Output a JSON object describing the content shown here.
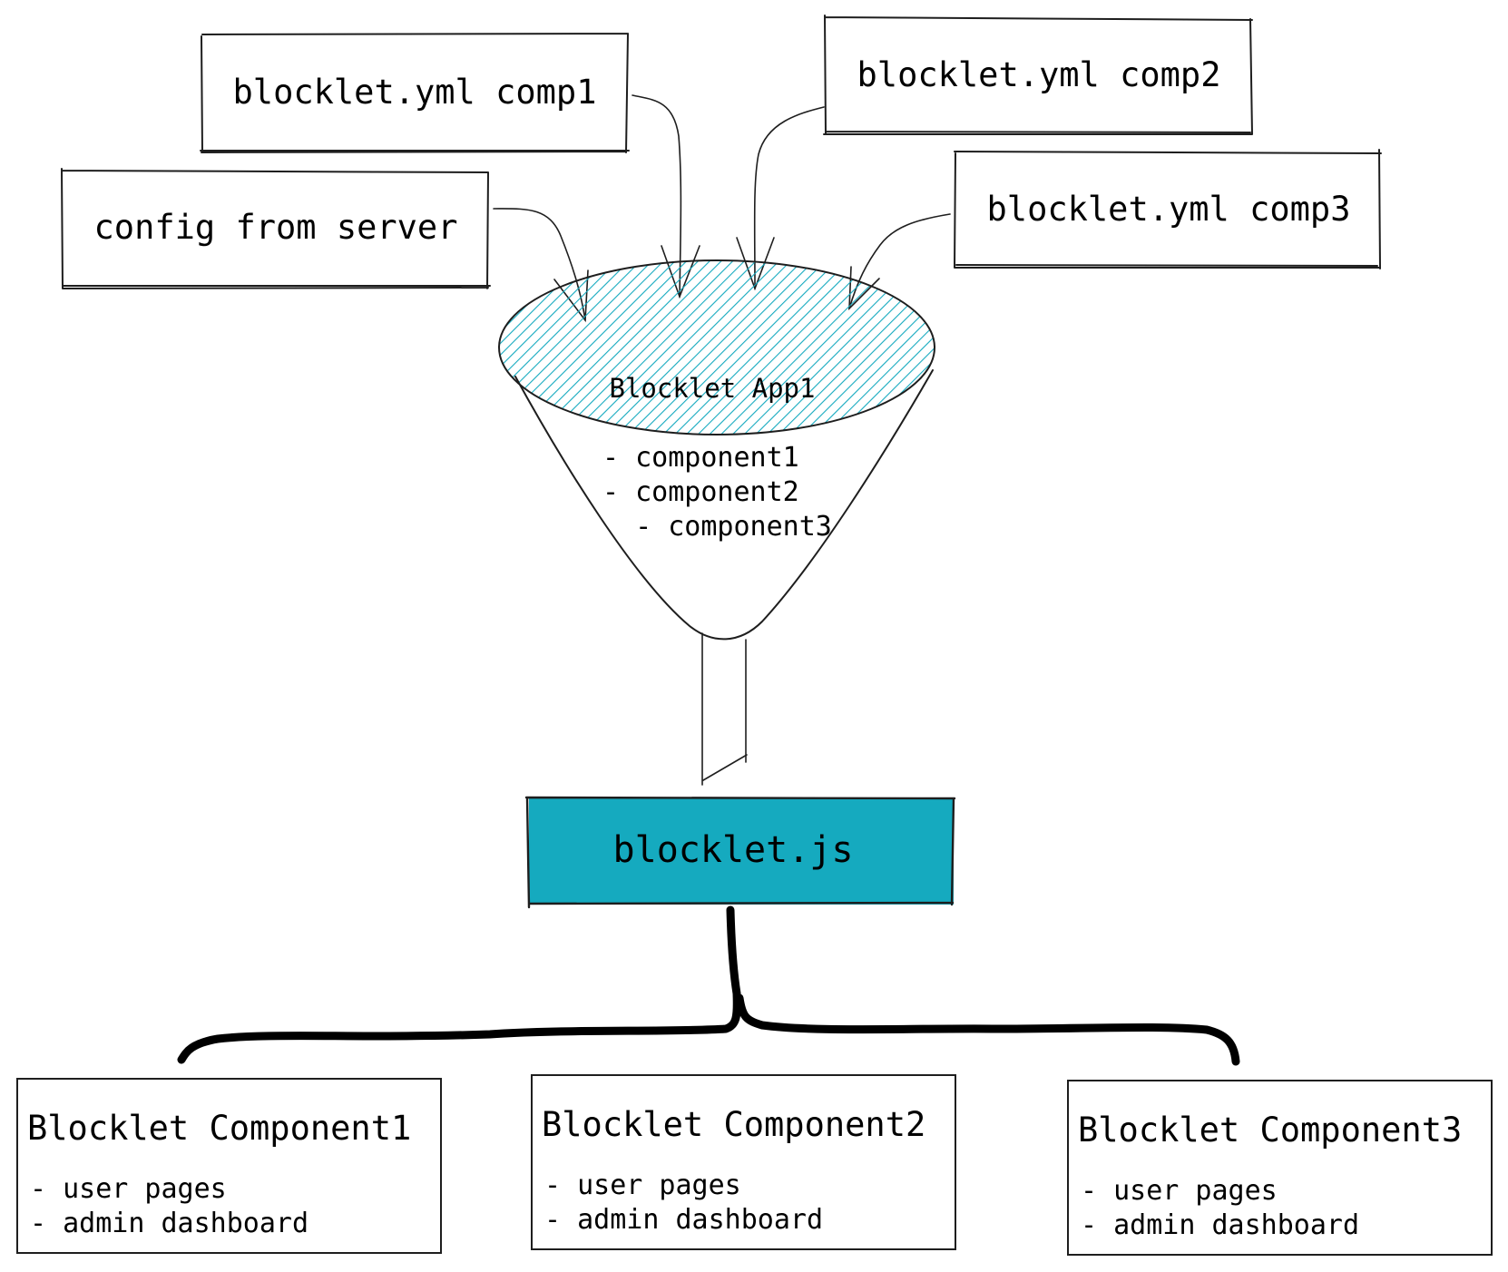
{
  "colors": {
    "hatch": "#15aabf",
    "js_fill": "#15aabf",
    "stroke": "#1e1e1e",
    "background": "#ffffff"
  },
  "inputs": {
    "comp1": "blocklet.yml comp1",
    "comp2": "blocklet.yml comp2",
    "comp3": "blocklet.yml comp3",
    "server": "config from server"
  },
  "funnel": {
    "title": "Blocklet App1",
    "items": [
      "- component1",
      "- component2",
      "  - component3"
    ]
  },
  "output": {
    "label": "blocklet.js"
  },
  "components": [
    {
      "title": "Blocklet Component1",
      "items": [
        "- user pages",
        "- admin dashboard"
      ]
    },
    {
      "title": "Blocklet Component2",
      "items": [
        "- user pages",
        "- admin dashboard"
      ]
    },
    {
      "title": "Blocklet Component3",
      "items": [
        "- user pages",
        "- admin dashboard"
      ]
    }
  ]
}
